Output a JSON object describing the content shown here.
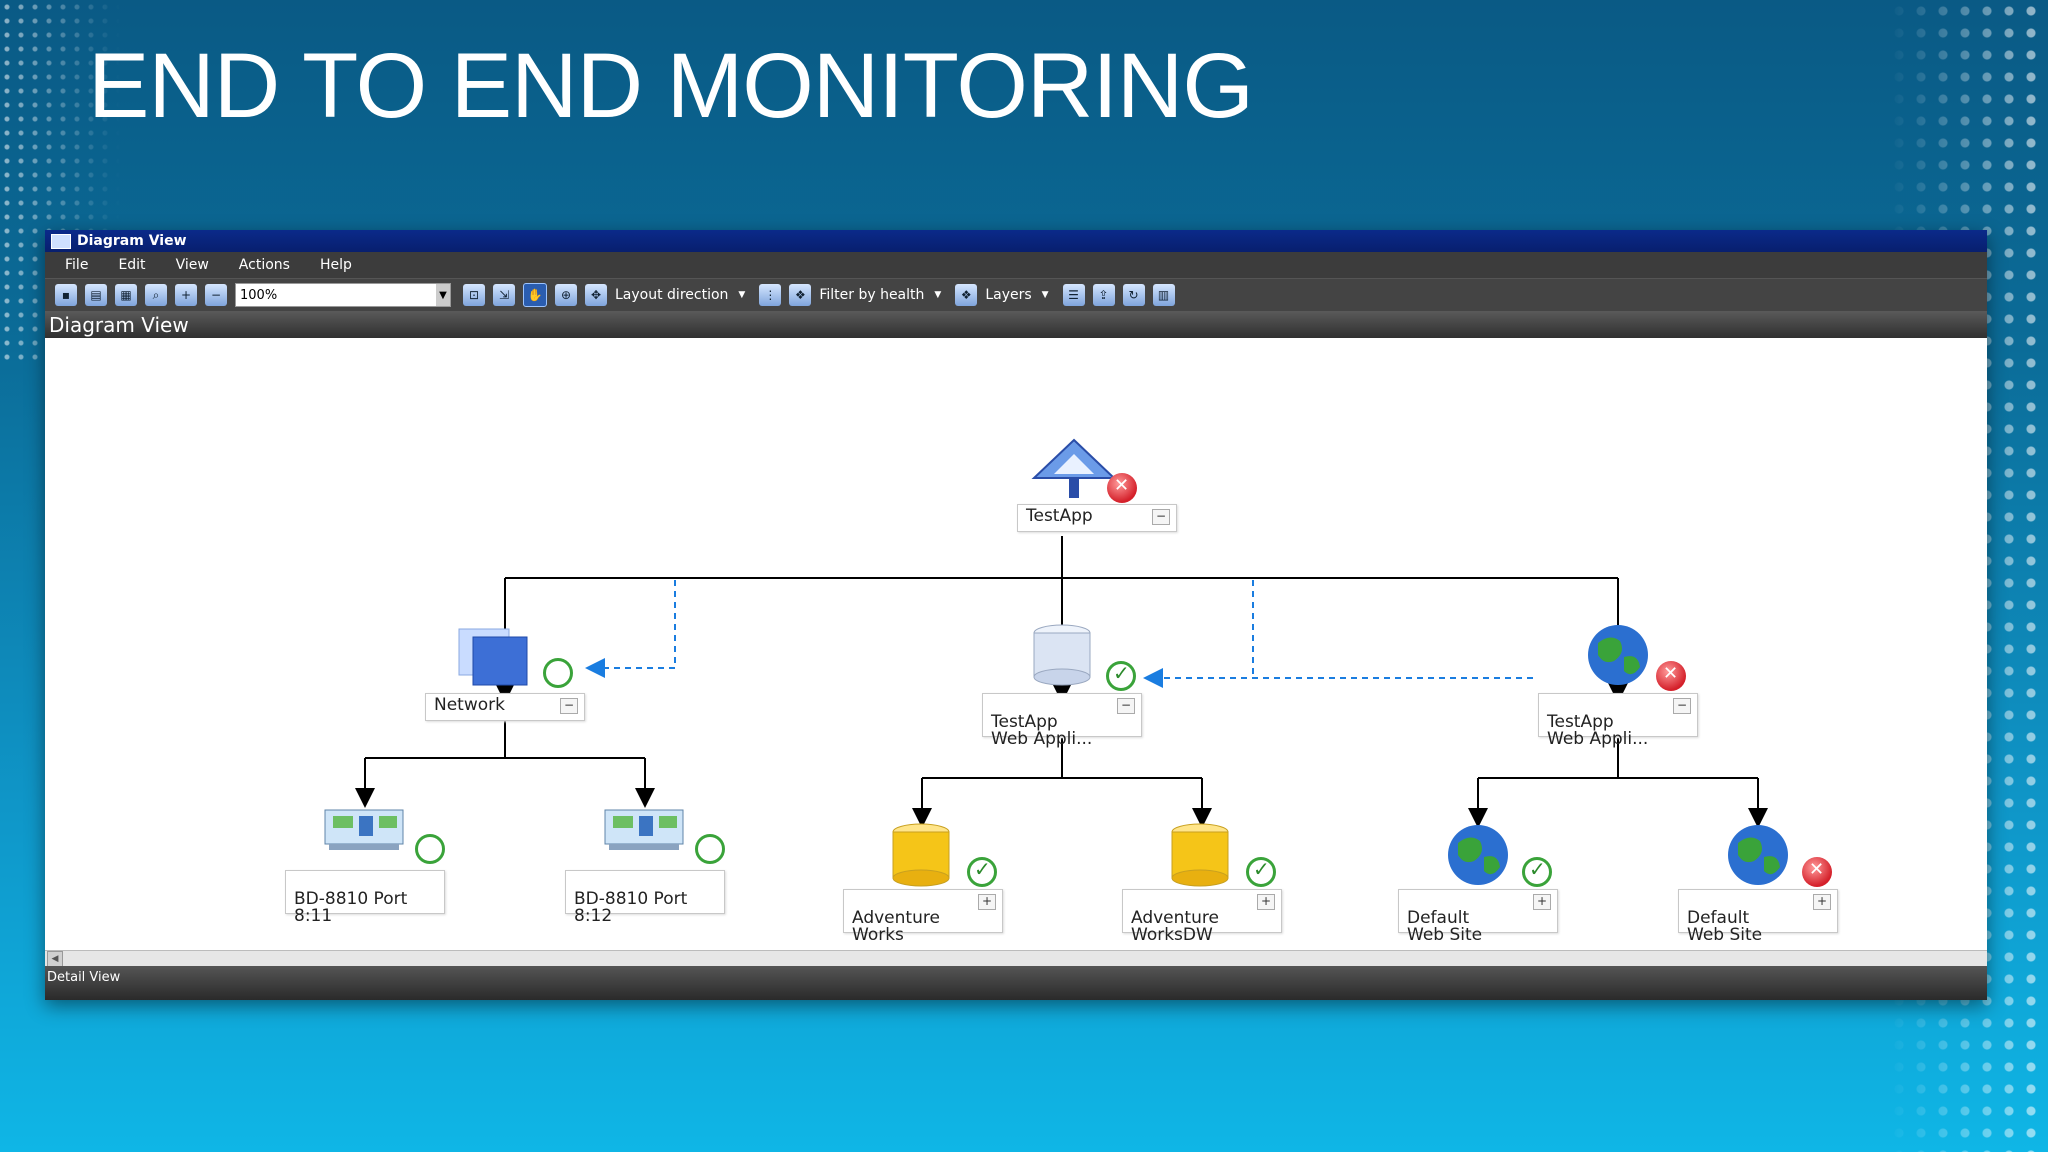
{
  "slide": {
    "title": "END TO END MONITORING"
  },
  "window": {
    "title": "Diagram View",
    "menu": [
      "File",
      "Edit",
      "View",
      "Actions",
      "Help"
    ],
    "toolbar": {
      "zoom": "100%",
      "layout_direction": "Layout direction",
      "filter_by_health": "Filter by health",
      "layers": "Layers"
    },
    "pane_title": "Diagram View",
    "detail_title": "Detail View"
  },
  "nodes": {
    "testapp": {
      "label": "TestApp",
      "status": "critical"
    },
    "network": {
      "label": "Network",
      "status": "not-monitored"
    },
    "testapp_webapp_db": {
      "label": "TestApp\nWeb Appli...",
      "status": "healthy"
    },
    "testapp_webapp_web": {
      "label": "TestApp\nWeb Appli...",
      "status": "critical"
    },
    "port_811": {
      "label": "BD-8810 Port\n8:11",
      "status": "not-monitored"
    },
    "port_812": {
      "label": "BD-8810 Port\n8:12",
      "status": "not-monitored"
    },
    "adventure_works": {
      "label": "Adventure\nWorks",
      "status": "healthy"
    },
    "adventure_worksdw": {
      "label": "Adventure\nWorksDW",
      "status": "healthy"
    },
    "default_web_site_1": {
      "label": "Default\nWeb Site",
      "status": "healthy"
    },
    "default_web_site_2": {
      "label": "Default\nWeb Site",
      "status": "critical"
    }
  },
  "colors": {
    "healthy": "#3aa33a",
    "critical": "#d4202a",
    "link": "#1a7de0"
  }
}
